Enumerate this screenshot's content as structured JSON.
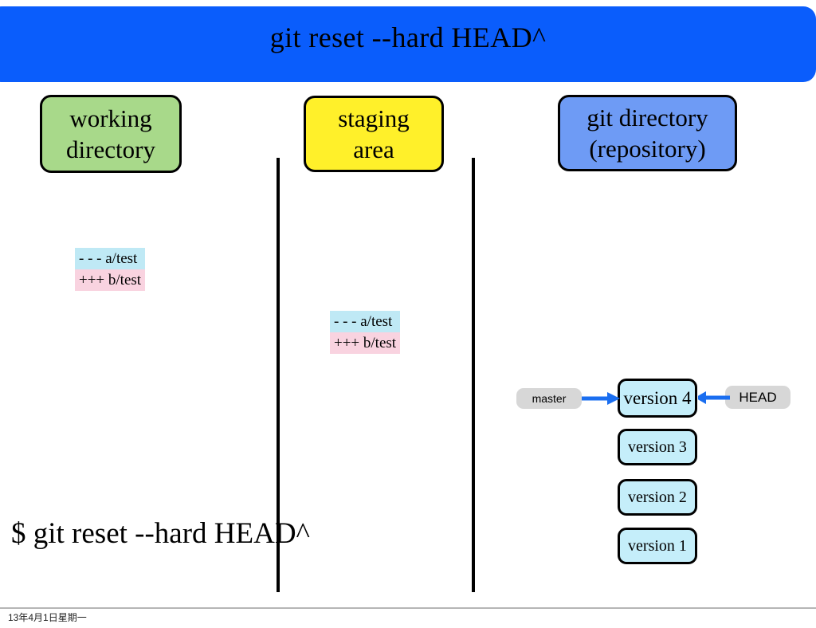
{
  "header": {
    "title": "git reset --hard HEAD^",
    "bar_color": "#0a5dfc"
  },
  "columns": [
    {
      "name": "working-directory",
      "line1": "working",
      "line2": "directory",
      "color": "#a8d98a"
    },
    {
      "name": "staging-area",
      "line1": "staging",
      "line2": "area",
      "color": "#fff02a"
    },
    {
      "name": "git-directory",
      "line1": "git directory",
      "line2": "(repository)",
      "color": "#6e9bf5"
    }
  ],
  "diffs": {
    "working_directory": {
      "removed": "- - - a/test",
      "added": "+++ b/test",
      "removed_color": "#bfe9f5",
      "added_color": "#f9d3e0"
    },
    "staging_area": {
      "removed": "- - - a/test",
      "added": "+++ b/test",
      "removed_color": "#bfe9f5",
      "added_color": "#f9d3e0"
    }
  },
  "repository": {
    "versions": [
      {
        "label": "version 4"
      },
      {
        "label": "version 3"
      },
      {
        "label": "version 2"
      },
      {
        "label": "version 1"
      }
    ],
    "version_color": "#c5eefa",
    "refs": [
      {
        "name": "master",
        "label": "master",
        "points_to": "version 4",
        "direction": "right"
      },
      {
        "name": "head",
        "label": "HEAD",
        "points_to": "version 4",
        "direction": "left"
      }
    ],
    "ref_pill_color": "#d7d7d7",
    "arrow_color": "#1a6ef0"
  },
  "command": {
    "text": "$ git reset --hard HEAD^"
  },
  "footer": {
    "date": "13年4月1日星期一"
  }
}
